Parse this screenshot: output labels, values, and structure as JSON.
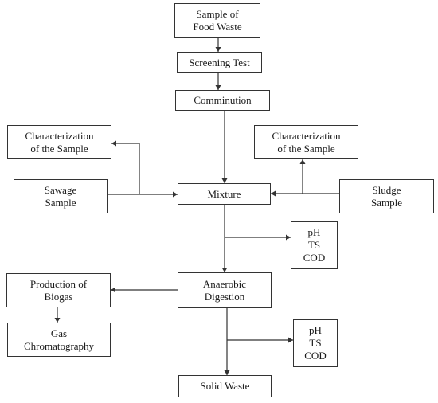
{
  "diagram": {
    "nodes": {
      "sample_food_waste": [
        "Sample of",
        "Food Waste"
      ],
      "screening_test": [
        "Screening Test"
      ],
      "comminution": [
        "Comminution"
      ],
      "characterization_left": [
        "Characterization",
        "of the Sample"
      ],
      "characterization_right": [
        "Characterization",
        "of the Sample"
      ],
      "sewage_sample": [
        "Sawage",
        "Sample"
      ],
      "mixture": [
        "Mixture"
      ],
      "sludge_sample": [
        "Sludge",
        "Sample"
      ],
      "analysis_1": [
        "pH",
        "TS",
        "COD"
      ],
      "production_biogas": [
        "Production of",
        "Biogas"
      ],
      "anaerobic_digestion": [
        "Anaerobic",
        "Digestion"
      ],
      "gas_chromatography": [
        "Gas",
        "Chromatography"
      ],
      "analysis_2": [
        "pH",
        "TS",
        "COD"
      ],
      "solid_waste": [
        "Solid Waste"
      ]
    },
    "edges": [
      {
        "from": "sample_food_waste",
        "to": "screening_test"
      },
      {
        "from": "screening_test",
        "to": "comminution"
      },
      {
        "from": "comminution",
        "to": "mixture"
      },
      {
        "from": "sewage_sample",
        "to": "mixture"
      },
      {
        "from": "sewage_sample",
        "to": "characterization_left"
      },
      {
        "from": "sludge_sample",
        "to": "mixture"
      },
      {
        "from": "sludge_sample",
        "to": "characterization_right"
      },
      {
        "from": "mixture",
        "to": "analysis_1"
      },
      {
        "from": "mixture",
        "to": "anaerobic_digestion"
      },
      {
        "from": "anaerobic_digestion",
        "to": "production_biogas"
      },
      {
        "from": "production_biogas",
        "to": "gas_chromatography"
      },
      {
        "from": "anaerobic_digestion",
        "to": "analysis_2"
      },
      {
        "from": "anaerobic_digestion",
        "to": "solid_waste"
      }
    ],
    "colors": {
      "line": "#333333",
      "text": "#1a1a1a",
      "background": "#ffffff"
    }
  }
}
